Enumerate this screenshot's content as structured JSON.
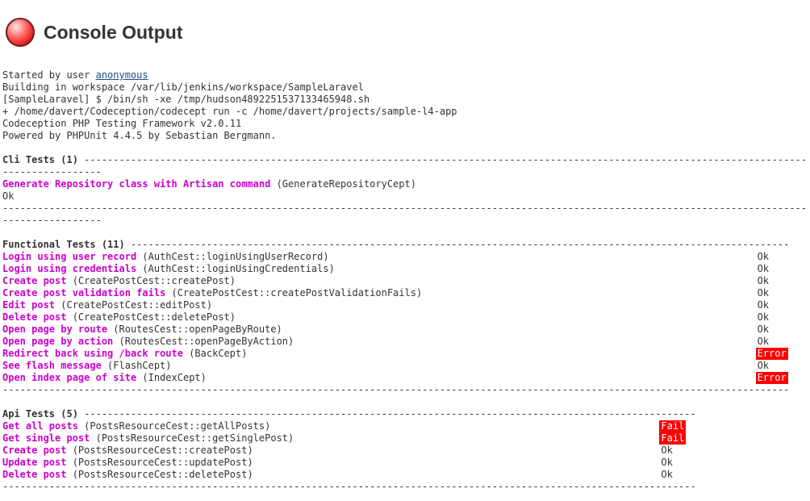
{
  "header": {
    "title": "Console Output",
    "status_ball": "red-ball"
  },
  "colors": {
    "test_name": "#cc00cc",
    "body_text": "#333333",
    "link": "#204a87",
    "fail_badge_bg": "#ff0000",
    "fail_badge_text": "#ffffff"
  },
  "console": {
    "started_prefix": "Started by user ",
    "started_user_link": "anonymous",
    "intro_lines": [
      "Building in workspace /var/lib/jenkins/workspace/SampleLaravel",
      "[SampleLaravel] $ /bin/sh -xe /tmp/hudson4892251537133465948.sh",
      "+ /home/davert/Codeception/codecept run -c /home/davert/projects/sample-l4-app",
      "Codeception PHP Testing Framework v2.0.11",
      "Powered by PHPUnit 4.4.5 by Sebastian Bergmann."
    ],
    "sections": [
      {
        "title": "Cli Tests (1)",
        "header_dashes": " ---------------------------------------------------------------------------------------------------------------------------------------------",
        "tests": [
          {
            "name": "Generate Repository class with Artisan command",
            "meta": " (GenerateRepositoryCept)",
            "status": "Ok"
          }
        ],
        "standalone_status": "Ok",
        "trailing_dashes": "-----------------------------------------------------------------------------------------------------------------------------------------------------------"
      },
      {
        "title": "Functional Tests (11)",
        "header_dashes": " -----------------------------------------------------------------------------------------------------------------",
        "tests": [
          {
            "name": "Login using user record",
            "meta": " (AuthCest::loginUsingUserRecord)",
            "status": "Ok"
          },
          {
            "name": "Login using credentials",
            "meta": " (AuthCest::loginUsingCredentials)",
            "status": "Ok"
          },
          {
            "name": "Create post",
            "meta": " (CreatePostCest::createPost)",
            "status": "Ok"
          },
          {
            "name": "Create post validation fails",
            "meta": " (CreatePostCest::createPostValidationFails)",
            "status": "Ok"
          },
          {
            "name": "Edit post",
            "meta": " (CreatePostCest::editPost)",
            "status": "Ok"
          },
          {
            "name": "Delete post",
            "meta": " (CreatePostCest::deletePost)",
            "status": "Ok"
          },
          {
            "name": "Open page by route",
            "meta": " (RoutesCest::openPageByRoute)",
            "status": "Ok"
          },
          {
            "name": "Open page by action",
            "meta": " (RoutesCest::openPageByAction)",
            "status": "Ok"
          },
          {
            "name": "Redirect back using /back route",
            "meta": " (BackCept)",
            "status": "Error"
          },
          {
            "name": "See flash message",
            "meta": " (FlashCept)",
            "status": "Ok"
          },
          {
            "name": "Open index page of site",
            "meta": " (IndexCept)",
            "status": "Error"
          }
        ],
        "trailing_dashes": "---------------------------------------------------------------------------------------------------------------------------------------"
      },
      {
        "title": "Api Tests (5)",
        "header_dashes": " ---------------------------------------------------------------------------------------------------------",
        "tests": [
          {
            "name": "Get all posts",
            "meta": " (PostsResourceCest::getAllPosts)",
            "status": "Fail"
          },
          {
            "name": "Get single post",
            "meta": " (PostsResourceCest::getSinglePost)",
            "status": "Fail"
          },
          {
            "name": "Create post",
            "meta": " (PostsResourceCest::createPost)",
            "status": "Ok"
          },
          {
            "name": "Update post",
            "meta": " (PostsResourceCest::updatePost)",
            "status": "Ok"
          },
          {
            "name": "Delete post",
            "meta": " (PostsResourceCest::deletePost)",
            "status": "Ok"
          }
        ],
        "trailing_dashes": "-----------------------------------------------------------------------------------------------------------------------"
      }
    ]
  }
}
